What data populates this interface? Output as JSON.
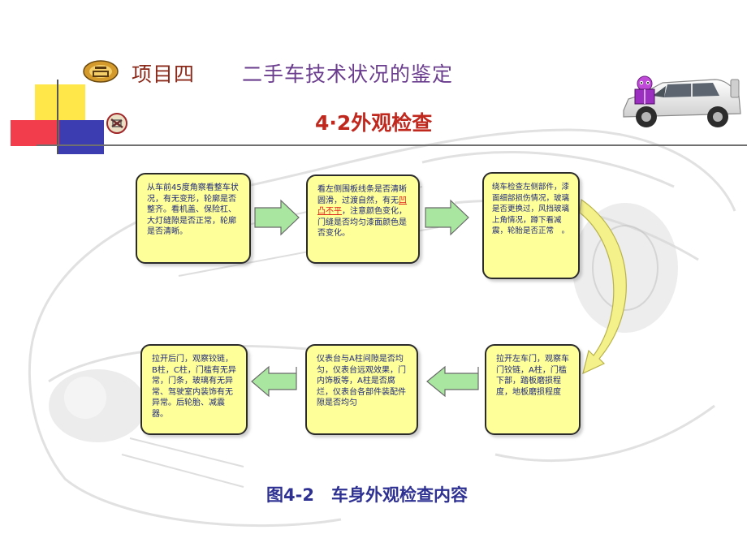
{
  "header": {
    "project": "项目四",
    "title": "二手车技术状况的鉴定",
    "section": "4·2外观检查"
  },
  "flow": {
    "steps": [
      {
        "text": "从车前45度角察看整车状况，有无变形，轮廓是否整齐。看机盖、保险杠、大灯缝隙是否正常，轮廓是否清晰。"
      },
      {
        "text_before": "看左侧围板线条是否清晰圆滑，过渡自然，有无",
        "highlight": "凹凸不平",
        "text_after": "，注意颜色变化，门缝是否均匀漆面颜色是否变化。"
      },
      {
        "text": "绕车检查左侧部件，漆面细部损伤情况，玻璃是否更换过，风挡玻璃上角情况，蹲下看减震，轮胎是否正常　。"
      },
      {
        "text": "拉开左车门，观察车门铰链，A柱，门槛下部，踏板磨损程度，地板磨损程度"
      },
      {
        "text": "仪表台与A柱间隙是否均匀，仪表台远观效果，门内饰板等，A柱是否腐烂，仪表台各部件装配件隙是否均匀"
      },
      {
        "text": "拉开后门，观察铰链，B柱，C柱，门槛有无异常，门条，玻璃有无异常、驾驶室内装饰有无异常。后轮胎、减震器。"
      }
    ]
  },
  "caption": "图4-2　车身外观检查内容",
  "colors": {
    "box_fill": "#ffff9a",
    "box_text": "#1f2a7a",
    "arrow_green": "#a9e6a0",
    "curve_yellow": "#f4f08a",
    "title_red": "#c0281e",
    "caption_blue": "#2e3192"
  },
  "icons": [
    "bullet-disc-icon",
    "bullet-emblem-icon",
    "car-photo-icon",
    "book-mascot-icon"
  ]
}
